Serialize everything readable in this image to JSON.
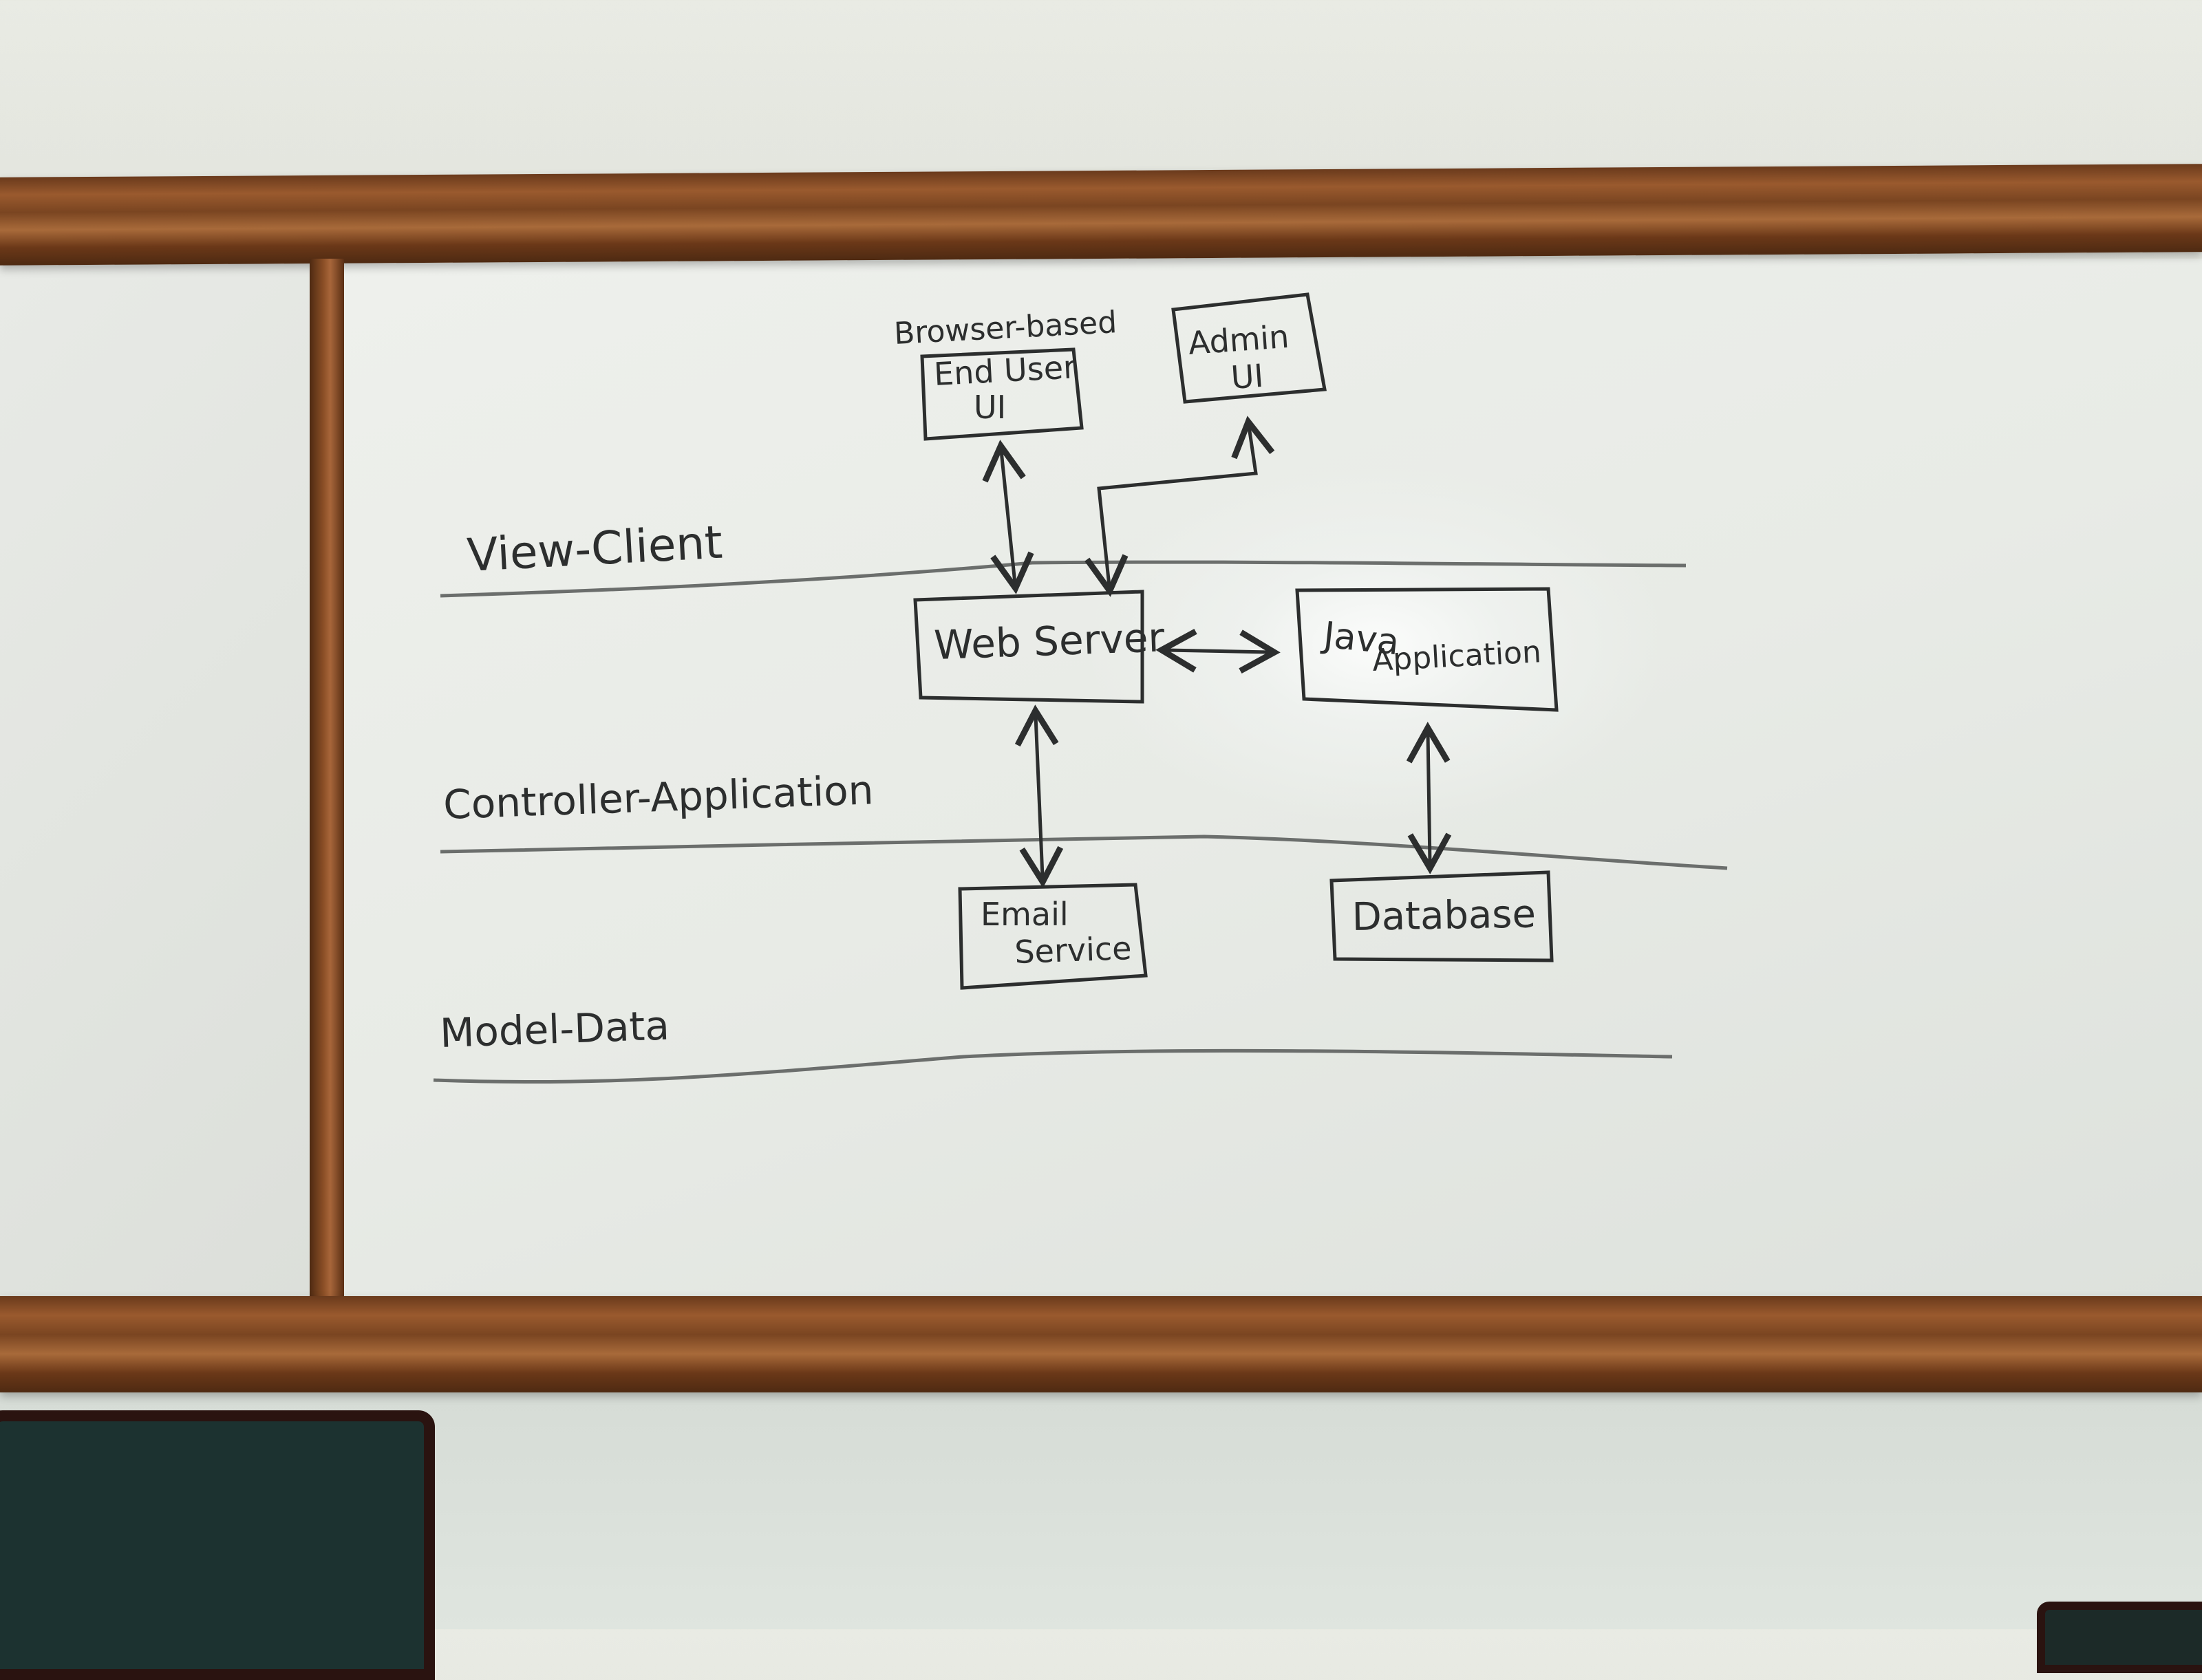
{
  "diagram": {
    "layers": {
      "view": "View-Client",
      "controller": "Controller-Application",
      "model": "Model-Data"
    },
    "nodes": {
      "browser_label": "Browser-based",
      "end_user_ui_line1": "End User",
      "end_user_ui_line2": "UI",
      "admin_ui_line1": "Admin",
      "admin_ui_line2": "UI",
      "web_server": "Web Server",
      "java_app_line1": "Java",
      "java_app_line2": "Application",
      "email_line1": "Email",
      "email_line2": "Service",
      "database": "Database"
    },
    "edges": [
      {
        "from": "End User UI",
        "to": "Web Server",
        "type": "bidirectional"
      },
      {
        "from": "Web Server",
        "to": "Admin UI",
        "type": "bidirectional"
      },
      {
        "from": "Web Server",
        "to": "Java Application",
        "type": "bidirectional"
      },
      {
        "from": "Web Server",
        "to": "Email Service",
        "type": "bidirectional"
      },
      {
        "from": "Java Application",
        "to": "Database",
        "type": "bidirectional"
      }
    ],
    "colors": {
      "marker": "#2c2e2e",
      "layer_line": "#6b6e6c",
      "frame_wood": "#8b4f26"
    }
  }
}
